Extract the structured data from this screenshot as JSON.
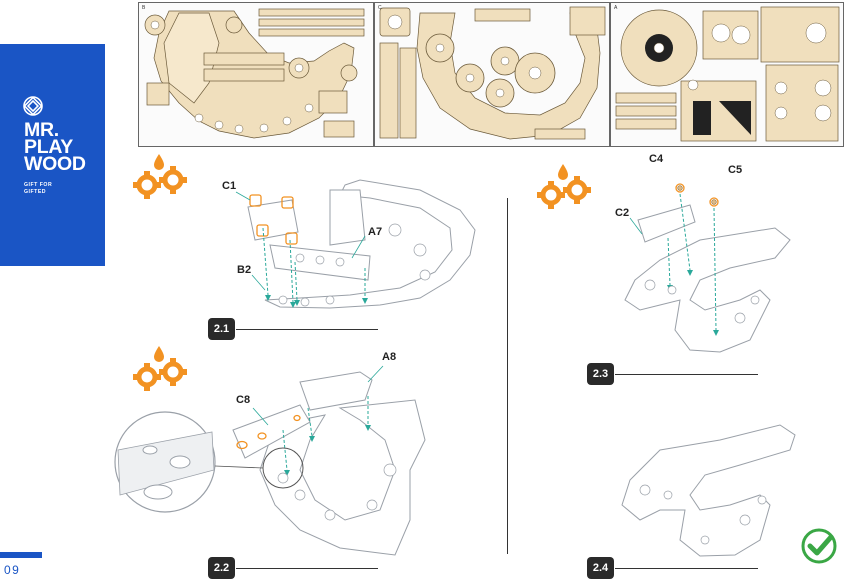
{
  "brand": {
    "name_lines": [
      "MR.",
      "PLAY",
      "WOOD"
    ],
    "tagline_lines": [
      "GIFT FOR",
      "GIFTED"
    ],
    "color": "#1a55c5"
  },
  "page_number": "09",
  "sheets": [
    {
      "label": "B",
      "part": "sheet-b"
    },
    {
      "label": "C",
      "part": "sheet-c"
    },
    {
      "label": "A",
      "part": "sheet-a"
    }
  ],
  "steps": [
    {
      "number": "2.1",
      "labels": [
        "C1",
        "A7",
        "B2"
      ]
    },
    {
      "number": "2.2",
      "labels": [
        "A8",
        "C8"
      ]
    },
    {
      "number": "2.3",
      "labels": [
        "C4",
        "C5",
        "C2"
      ]
    },
    {
      "number": "2.4",
      "labels": []
    }
  ],
  "icons": {
    "gears": "glue-gears-icon",
    "check": "check-circle-icon",
    "magnifier": "zoom-detail-icon"
  },
  "colors": {
    "accent_orange": "#f29222",
    "teal_arrow": "#2aa89a",
    "wood": "#f0dfbd",
    "check_green": "#3aa745"
  }
}
